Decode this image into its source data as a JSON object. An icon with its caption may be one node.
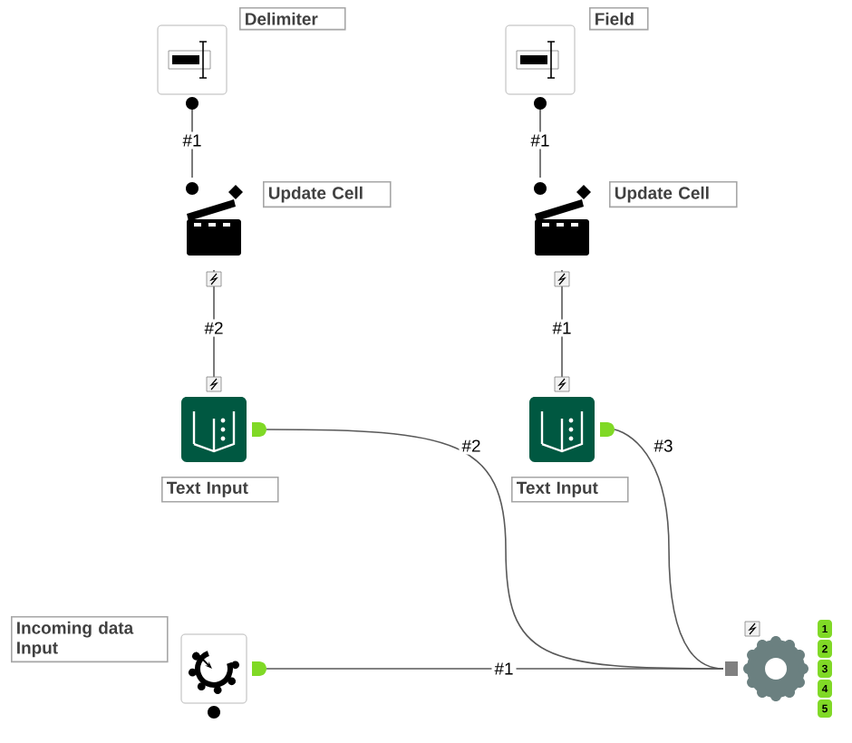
{
  "diagram": {
    "nodes": [
      {
        "text": [],
        "shape": "picture",
        "beside": [
          "Delimiter"
        ]
      },
      {
        "text": [],
        "shape": "picture",
        "beside": [
          "Update Cell"
        ]
      },
      {
        "text": [],
        "shape": "picture",
        "beside": [
          "Text Input"
        ]
      },
      {
        "text": [],
        "shape": "picture",
        "beside": [
          "Field"
        ]
      },
      {
        "text": [],
        "shape": "picture",
        "beside": [
          "Update Cell"
        ]
      },
      {
        "text": [],
        "shape": "picture",
        "beside": [
          "Text Input"
        ]
      },
      {
        "text": [],
        "shape": "picture",
        "beside": [
          "Incoming data Input"
        ]
      },
      {
        "text": [],
        "shape": "picture"
      }
    ],
    "edges": [
      {
        "from": 0,
        "to": 1,
        "arrow": "none",
        "label": "#1"
      },
      {
        "from": 1,
        "to": 2,
        "arrow": "none",
        "label": "#2"
      },
      {
        "from": 3,
        "to": 4,
        "arrow": "none",
        "label": "#1"
      },
      {
        "from": 4,
        "to": 5,
        "arrow": "none",
        "label": "#1"
      },
      {
        "from": 2,
        "to": 7,
        "arrow": "none",
        "label": "#2"
      },
      {
        "from": 5,
        "to": 7,
        "arrow": "none",
        "label": "#3"
      },
      {
        "from": 6,
        "to": 7,
        "arrow": "none",
        "label": "#1"
      }
    ],
    "labels": [
      "1",
      "2",
      "3",
      "4",
      "5"
    ]
  }
}
